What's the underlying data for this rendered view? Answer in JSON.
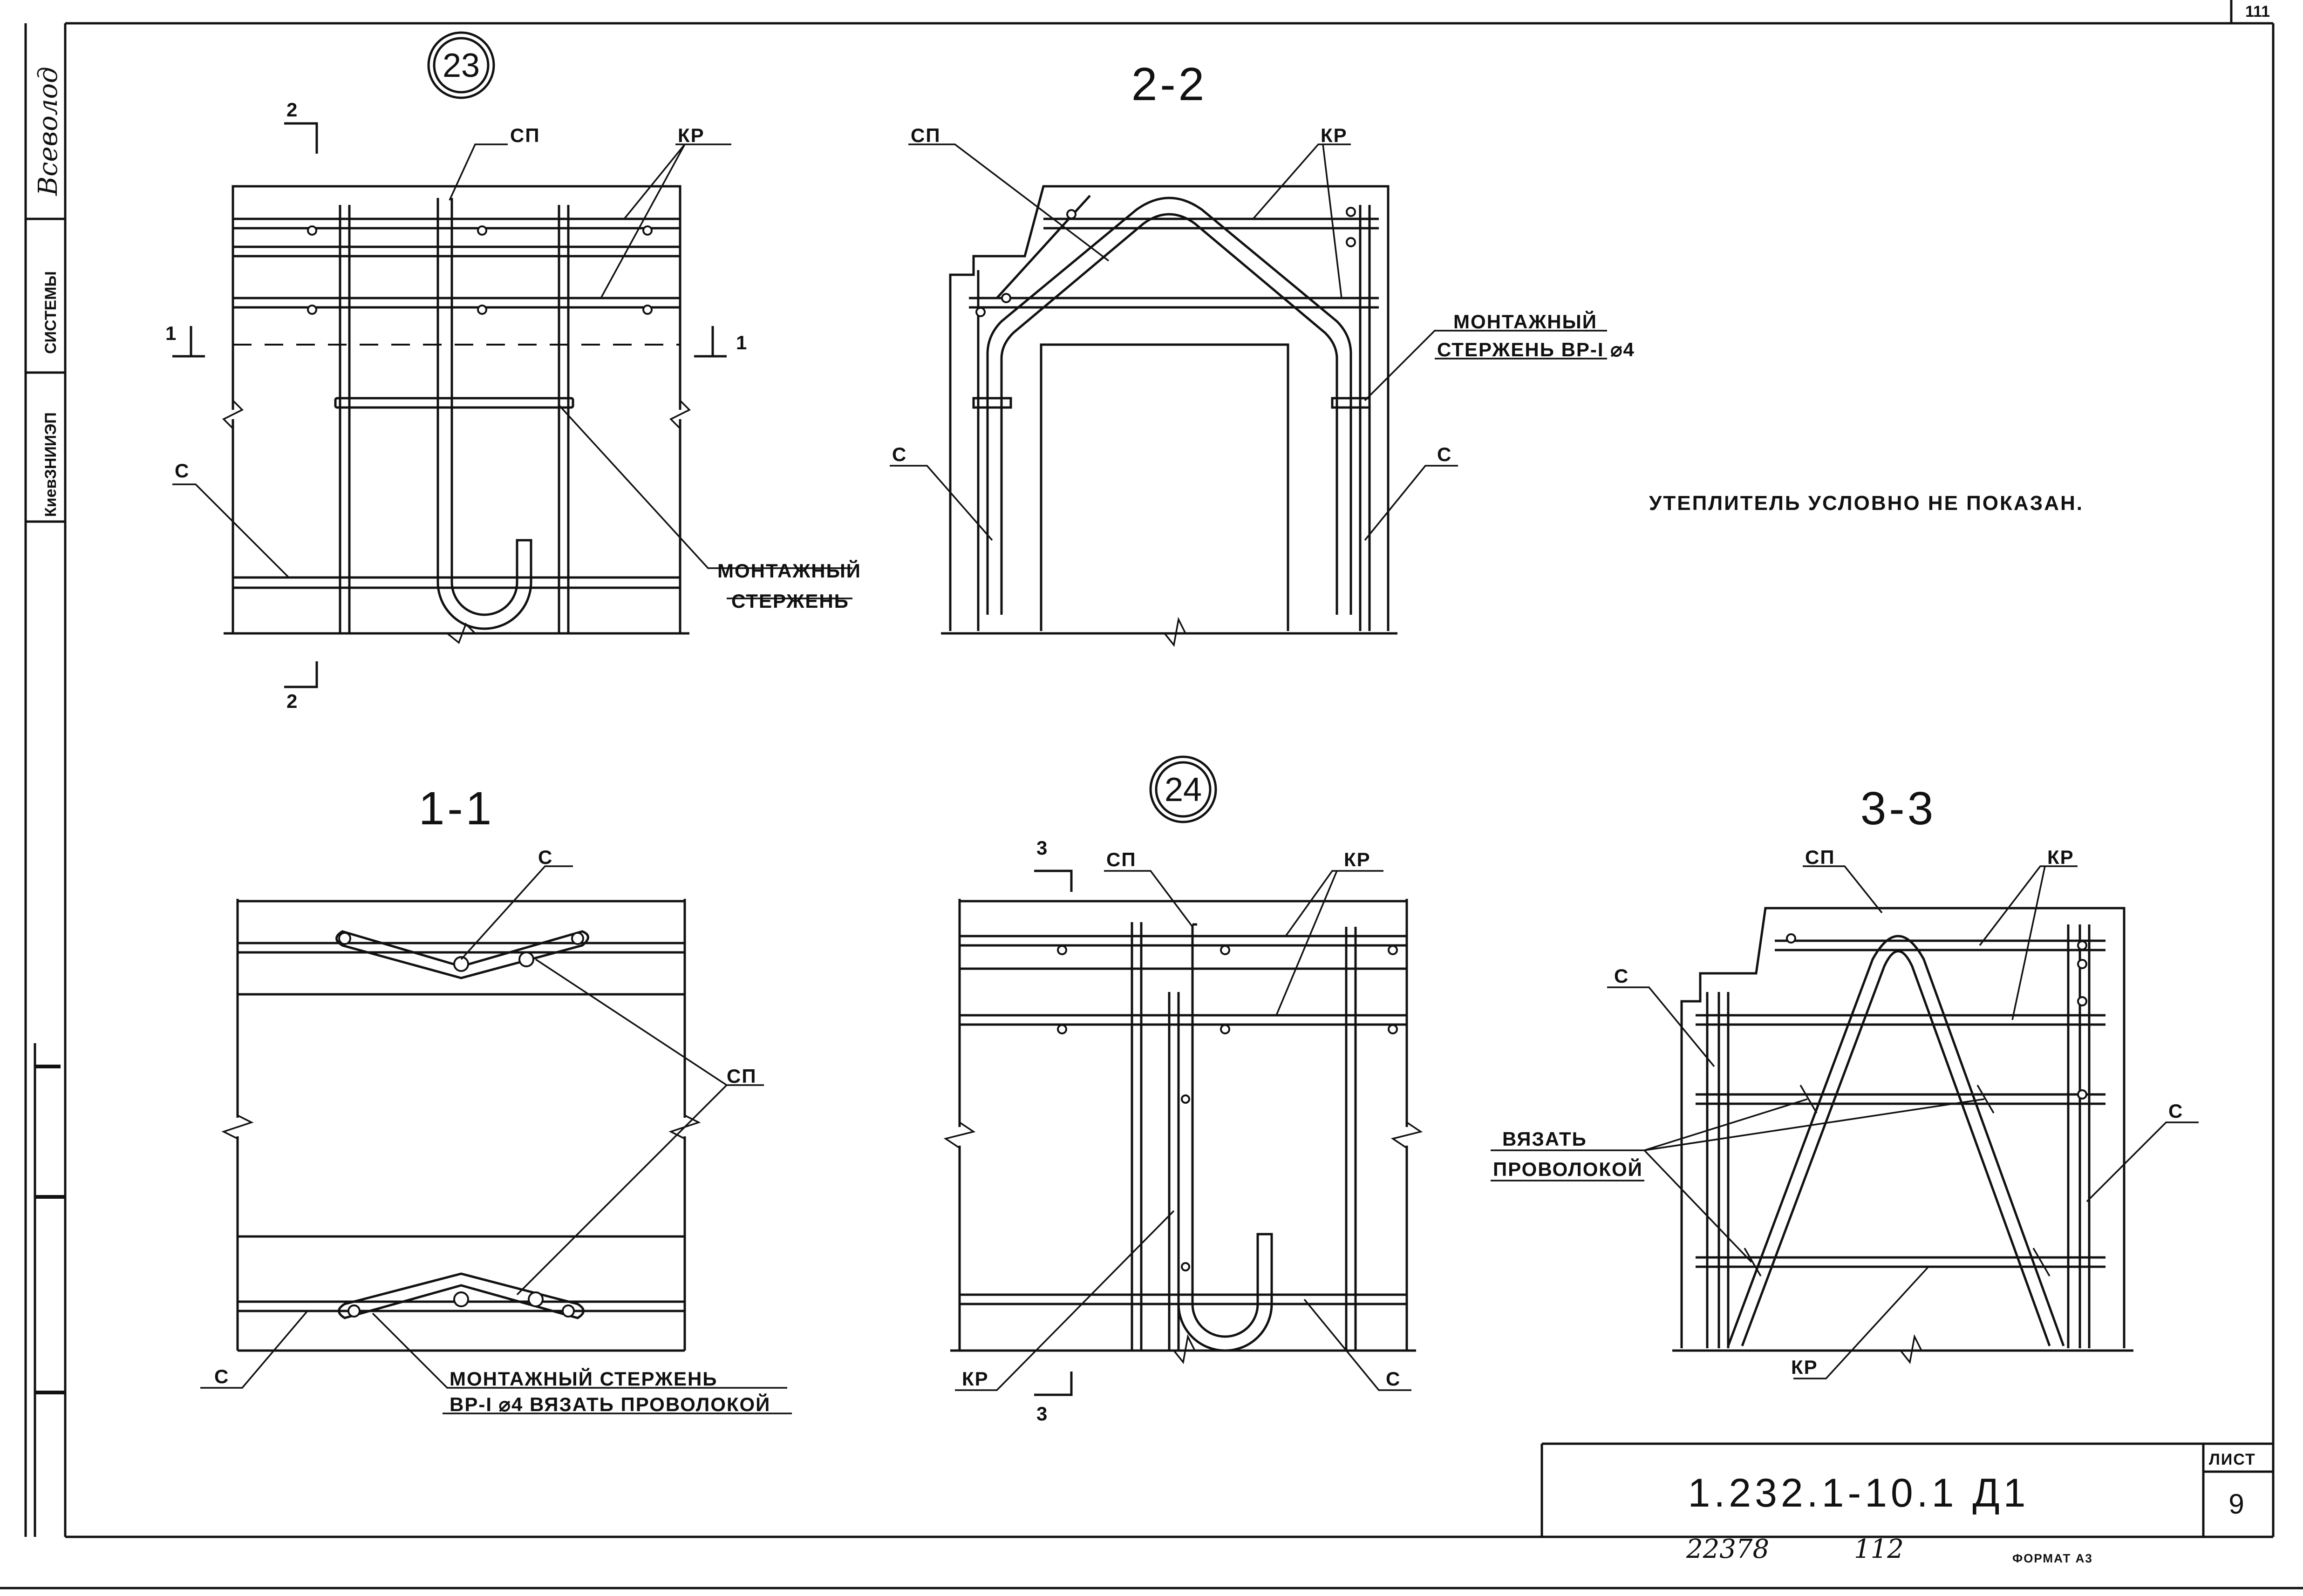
{
  "sheet": {
    "corner_mark": "111",
    "note": "УТЕПЛИТЕЛЬ УСЛОВНО НЕ ПОКАЗАН.",
    "code": "1.232.1-10.1 Д1",
    "sheet_label": "ЛИСТ",
    "sheet_number": "9",
    "inventory": "22378",
    "page": "112",
    "format": "ФОРМАТ А3",
    "side_org": "КиевЗНИИЭП",
    "side_systems": "СИСТЕМЫ",
    "side_signature": "Всеволод"
  },
  "views": {
    "v23": {
      "marker": "23",
      "cut_2": "2",
      "cut_1": "1",
      "sp": "СП",
      "kr": "КР",
      "c": "С",
      "mount_a": "МОНТАЖНЫЙ",
      "mount_b": "СТЕРЖЕНЬ"
    },
    "v22": {
      "title": "2-2",
      "sp": "СП",
      "kr": "КР",
      "c_left": "С",
      "c_right": "С",
      "mount_a": "МОНТАЖНЫЙ",
      "mount_b": "СТЕРЖЕНЬ ВР-I ⌀4"
    },
    "v11": {
      "title": "1-1",
      "c_top": "С",
      "c_bottom": "С",
      "sp": "СП",
      "mount_a": "МОНТАЖНЫЙ СТЕРЖЕНЬ",
      "mount_b": "ВР-I ⌀4 ВЯЗАТЬ ПРОВОЛОКОЙ"
    },
    "v24": {
      "marker": "24",
      "cut_3": "3",
      "sp": "СП",
      "kr_top": "КР",
      "kr_bottom": "КР",
      "c": "С"
    },
    "v33": {
      "title": "3-3",
      "sp": "СП",
      "kr_top": "КР",
      "kr_bottom": "КР",
      "c_left": "С",
      "c_right": "С",
      "tie_a": "ВЯЗАТЬ",
      "tie_b": "ПРОВОЛОКОЙ"
    }
  }
}
